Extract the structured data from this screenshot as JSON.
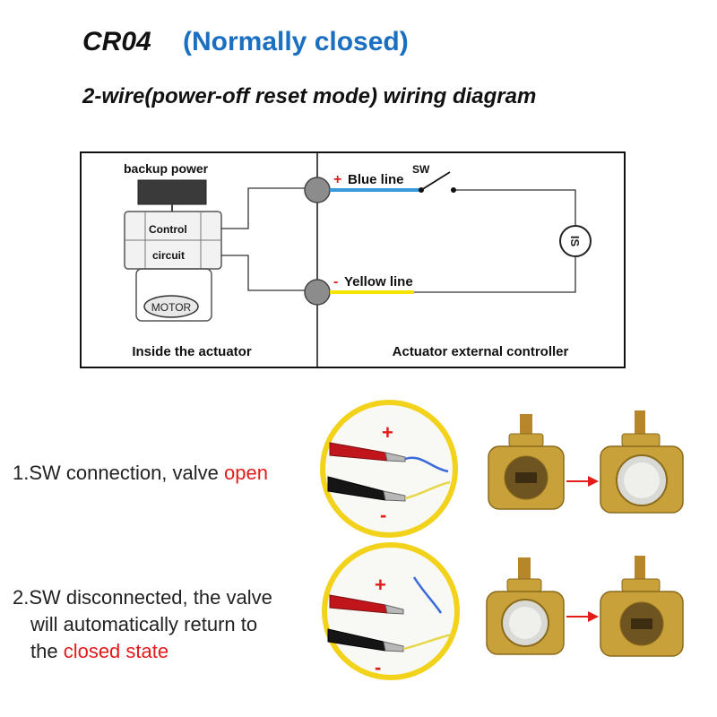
{
  "header": {
    "model": "CR04",
    "mode": "(Normally closed)",
    "subtitle": "2-wire(power-off reset mode) wiring diagram"
  },
  "diagram": {
    "backup_power": "backup power",
    "control": "Control",
    "circuit": "circuit",
    "motor": "MOTOR",
    "plus_sign": "+",
    "minus_sign": "-",
    "blue_line": "Blue line",
    "yellow_line": "Yellow line",
    "sw": "SW",
    "load_symbol": "IS",
    "inside_label": "Inside the actuator",
    "external_label": "Actuator external controller"
  },
  "steps": {
    "step1_prefix": "1.SW connection, valve ",
    "step1_highlight": "open",
    "step2_line1": "2.SW disconnected, the valve",
    "step2_line2": "will automatically return to",
    "step2_prefix": "the ",
    "step2_highlight": "closed state"
  },
  "photo_labels": {
    "plus": "+",
    "minus": "-"
  },
  "colors": {
    "title_blue": "#1a6fc0",
    "highlight_red": "#e21b1b",
    "blue_wire": "#3a9ad9",
    "yellow_wire": "#f5e400",
    "frame_yellow": "#f3d21c",
    "brass": "#c9a13a"
  }
}
